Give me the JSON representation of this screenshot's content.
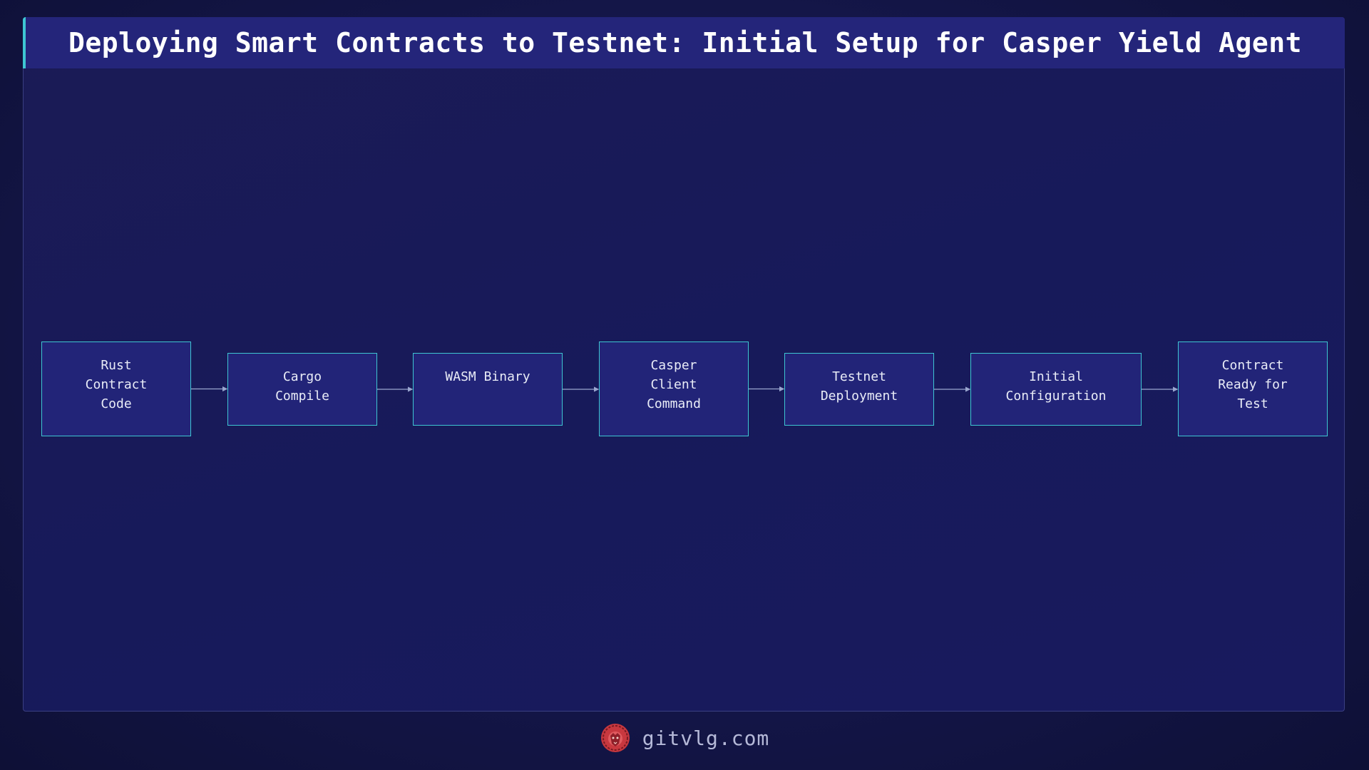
{
  "title": "Deploying Smart Contracts to Testnet: Initial Setup for Casper Yield Agent",
  "nodes": [
    {
      "label": "Rust\nContract\nCode"
    },
    {
      "label": "Cargo\nCompile"
    },
    {
      "label": "WASM Binary"
    },
    {
      "label": "Casper\nClient\nCommand"
    },
    {
      "label": "Testnet\nDeployment"
    },
    {
      "label": "Initial\nConfiguration"
    },
    {
      "label": "Contract\nReady for\nTest"
    }
  ],
  "edges": [
    {
      "from": 0,
      "to": 1
    },
    {
      "from": 1,
      "to": 2
    },
    {
      "from": 2,
      "to": 3
    },
    {
      "from": 3,
      "to": 4
    },
    {
      "from": 4,
      "to": 5
    },
    {
      "from": 5,
      "to": 6
    }
  ],
  "colors": {
    "node_border": "#3ec6d2",
    "node_fill": "#222478",
    "edge": "#9aa6cf",
    "title_accent": "#3ec6d2"
  },
  "footer": {
    "text": "gitvlg.com",
    "logo_icon": "lion-head-icon"
  }
}
